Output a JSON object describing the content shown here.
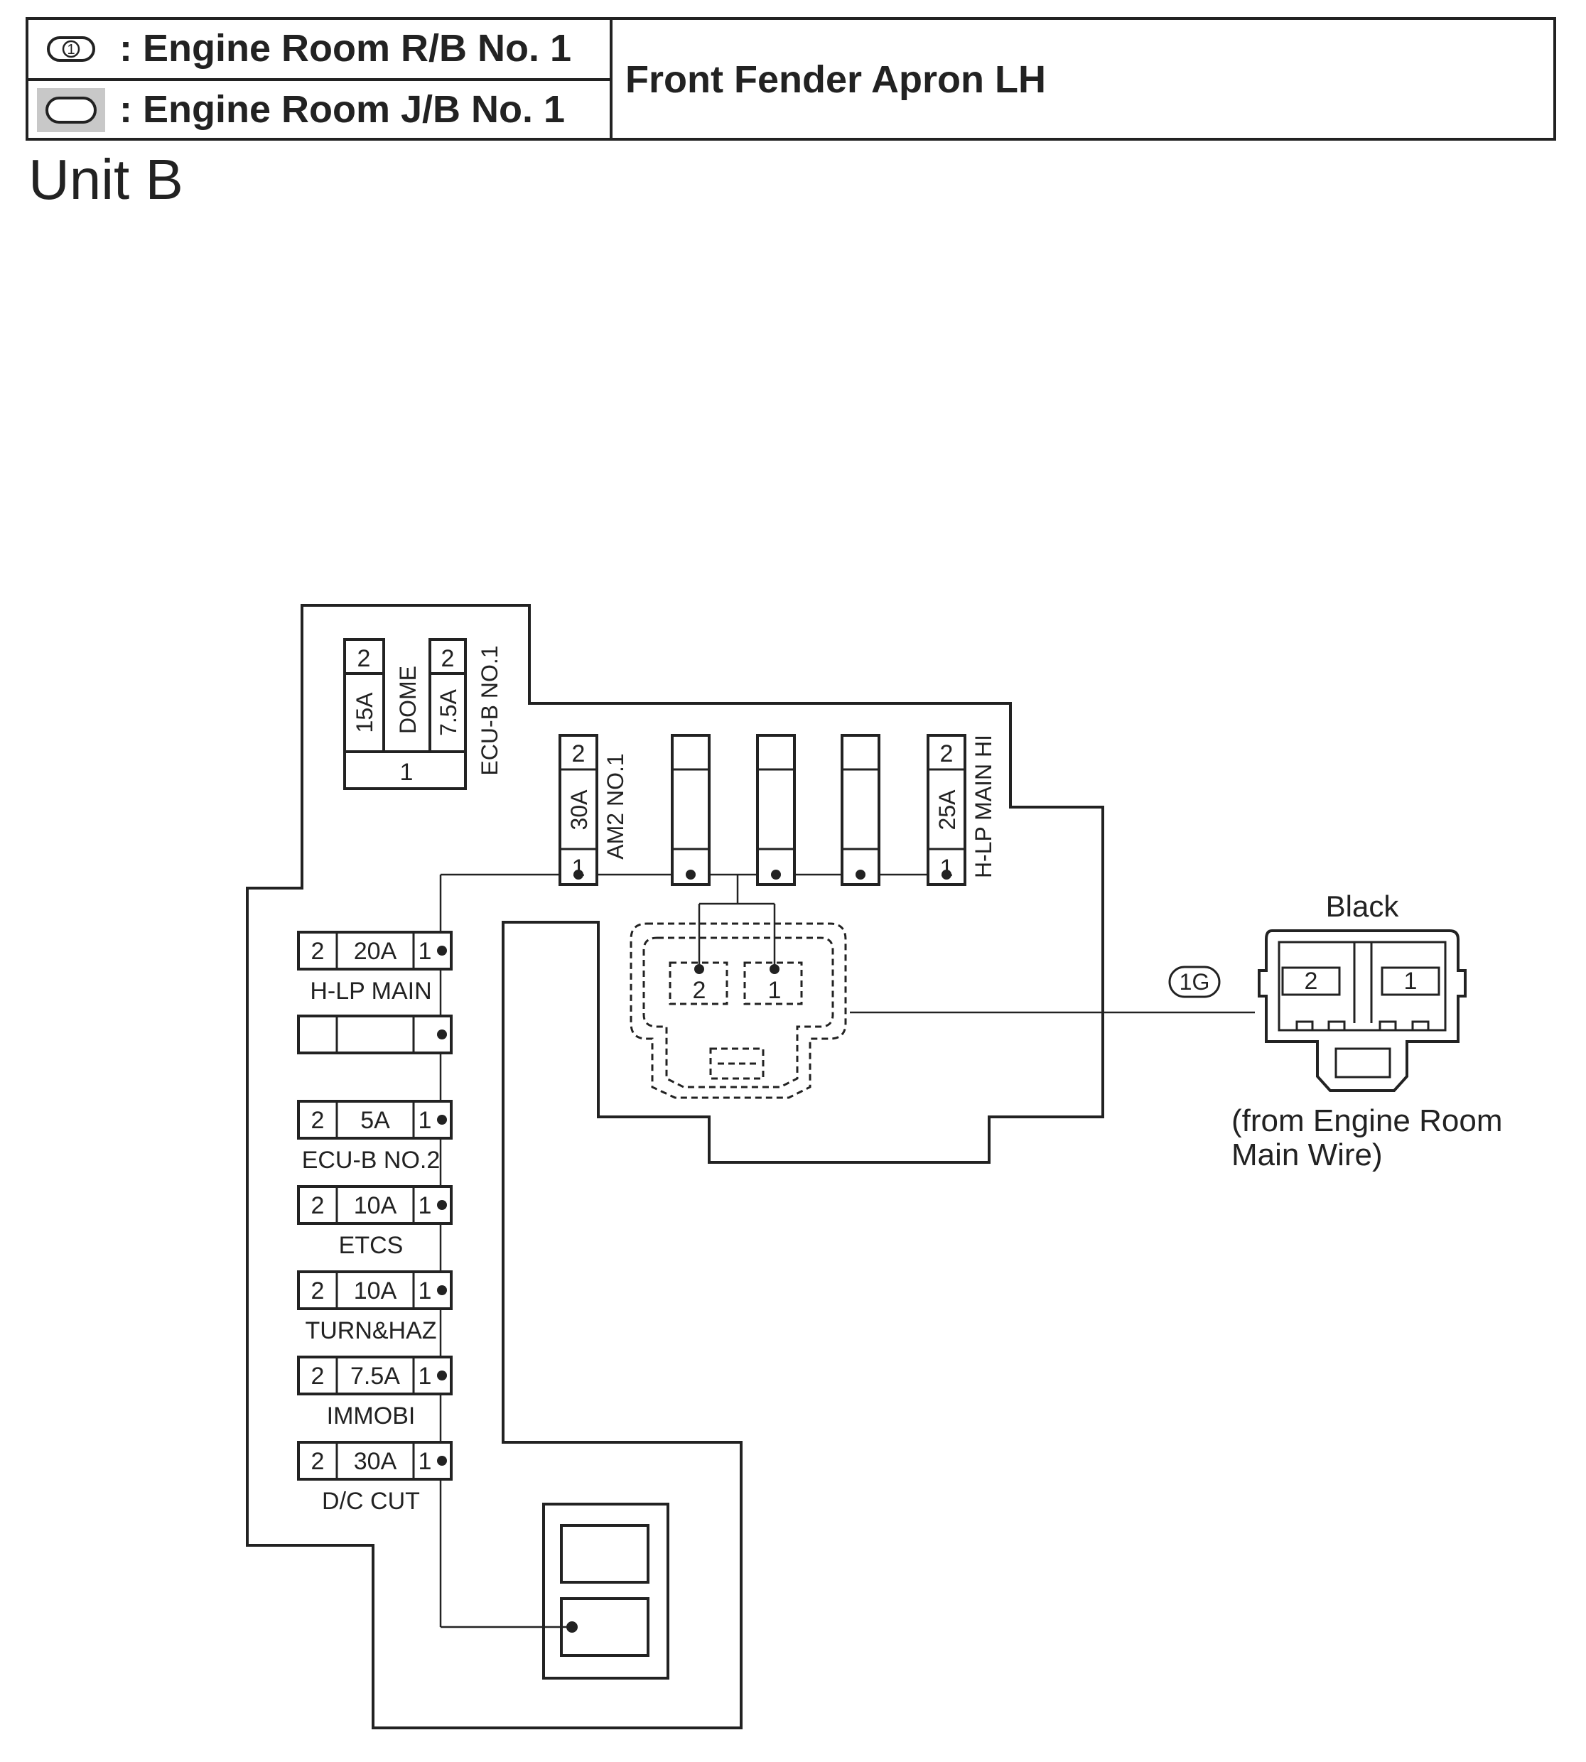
{
  "header": {
    "legend": [
      {
        "symbol": "1",
        "label": ": Engine Room R/B No. 1"
      },
      {
        "symbol": "",
        "label": ": Engine Room J/B No. 1"
      }
    ],
    "location": "Front Fender Apron LH"
  },
  "unit_title": "Unit B",
  "top_fuses": {
    "dome": {
      "amp": "15A",
      "name": "DOME",
      "pin_top": "2",
      "pin_bottom": "1"
    },
    "ecu_b_no1": {
      "amp": "7.5A",
      "name": "ECU-B NO.1",
      "pin_top": "2"
    }
  },
  "row_fuses": [
    {
      "pin_top": "2",
      "amp": "30A",
      "name": "AM2 NO.1",
      "pin_bottom": "1"
    },
    {
      "pin_top": "",
      "amp": "",
      "name": "",
      "pin_bottom": ""
    },
    {
      "pin_top": "",
      "amp": "",
      "name": "",
      "pin_bottom": ""
    },
    {
      "pin_top": "",
      "amp": "",
      "name": "",
      "pin_bottom": ""
    },
    {
      "pin_top": "2",
      "amp": "25A",
      "name": "H-LP MAIN HI",
      "pin_bottom": "1"
    }
  ],
  "side_fuses": [
    {
      "pin_left": "2",
      "amp": "20A",
      "pin_right": "1",
      "name": "H-LP MAIN"
    },
    {
      "pin_left": "",
      "amp": "",
      "pin_right": "",
      "name": ""
    },
    {
      "pin_left": "2",
      "amp": "5A",
      "pin_right": "1",
      "name": "ECU-B NO.2"
    },
    {
      "pin_left": "2",
      "amp": "10A",
      "pin_right": "1",
      "name": "ETCS"
    },
    {
      "pin_left": "2",
      "amp": "10A",
      "pin_right": "1",
      "name": "TURN&HAZ"
    },
    {
      "pin_left": "2",
      "amp": "7.5A",
      "pin_right": "1",
      "name": "IMMOBI"
    },
    {
      "pin_left": "2",
      "amp": "30A",
      "pin_right": "1",
      "name": "D/C CUT"
    }
  ],
  "socket_pins": [
    "2",
    "1"
  ],
  "connector": {
    "code": "1G",
    "color": "Black",
    "pins": [
      "2",
      "1"
    ],
    "note_line1": "(from Engine Room",
    "note_line2": "Main Wire)"
  }
}
